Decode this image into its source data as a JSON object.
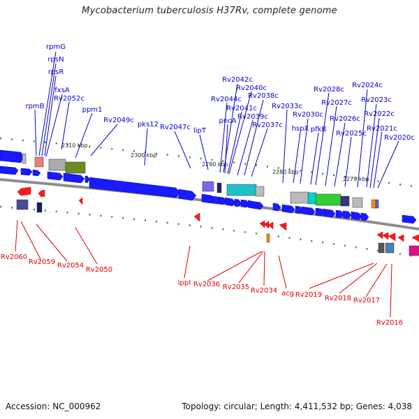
{
  "title": "Mycobacterium tuberculosis H37Rv, complete genome",
  "footer": {
    "accession": "Accession: NC_000962",
    "topology": "Topology: circular; Length: 4,411,532 bp; Genes: 4,038"
  },
  "colors": {
    "forward_label": "#0000cc",
    "reverse_label": "#dd0000",
    "forward_gene": "#1a1aff",
    "reverse_gene": "#ff1a1a",
    "backbone": "#888888"
  },
  "ticks": [
    "2310 kbp",
    "2300 kbp",
    "2290 kbp",
    "2280 kbp",
    "2270 kbp"
  ],
  "forward_labels": [
    "rpmG",
    "rpsN",
    "rpsR",
    "fxsA",
    "rpmB",
    "Rv2052c",
    "ppm1",
    "Rv2049c",
    "pks12",
    "Rv2047c",
    "lipT",
    "Rv2042c",
    "Rv2044c",
    "Rv2040c",
    "Rv2041c",
    "Rv2038c",
    "pncA",
    "Rv2039c",
    "Rv2037c",
    "Rv2033c",
    "Rv2028c",
    "Rv2030c",
    "Rv2027c",
    "hspX",
    "pfkB",
    "Rv2026c",
    "Rv2025c",
    "Rv2024c",
    "Rv2023c",
    "Rv2022c",
    "Rv2021c",
    "Rv2020c"
  ],
  "reverse_labels": [
    "Rv2060",
    "Rv2059",
    "Rv2054",
    "Rv2050",
    "lppI",
    "Rv2036",
    "Rv2035",
    "Rv2034",
    "acg",
    "Rv2019",
    "Rv2018",
    "Rv2017",
    "Rv2016"
  ]
}
